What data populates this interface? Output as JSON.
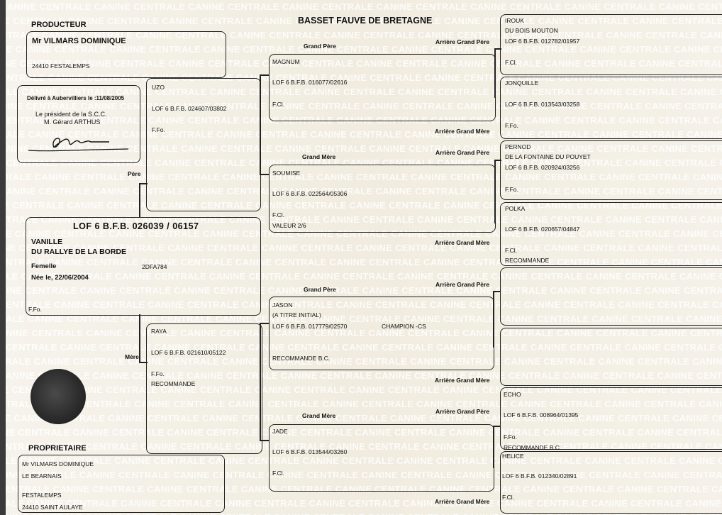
{
  "title": "BASSET FAUVE DE BRETAGNE",
  "watermark": "CANINE CENTRALE",
  "producer": {
    "heading": "PRODUCTEUR",
    "name": "Mr VILMARS DOMINIQUE",
    "address": "24410 FESTALEMPS"
  },
  "certificate": {
    "delivered": "Délivré à Aubervilliers le :11/08/2005",
    "president_line1": "Le président de la S.C.C.",
    "president_line2": "M. Gérard ARTHUS",
    "signature": "Arthus"
  },
  "dog": {
    "lof": "LOF 6 B.F.B. 026039 / 06157",
    "name_line1": "VANILLE",
    "name_line2": "DU RALLYE DE LA BORDE",
    "sex": "Femelle",
    "id": "2DFA784",
    "birth": "Née le, 22/06/2004",
    "color": "F.Fo."
  },
  "owner": {
    "heading": "PROPRIETAIRE",
    "line1": "Mr VILMARS DOMINIQUE",
    "line2": "LE BEARNAIS",
    "line3": "FESTALEMPS",
    "line4": "24410 SAINT AULAYE"
  },
  "labels": {
    "pere": "Père",
    "mere": "Mère",
    "grand_pere": "Grand Père",
    "grand_mere": "Grand Mère",
    "arriere_grand_pere": "Arrière Grand Père",
    "arriere_grand_mere": "Arrière Grand Mère"
  },
  "sire": {
    "name": "UZO",
    "lof": "LOF 6 B.F.B.  024607/03802",
    "color": "F.Fo."
  },
  "dam": {
    "name": "RAYA",
    "lof": "LOF 6 B.F.B.  021610/05122",
    "color": "F.Fo.",
    "note": "RECOMMANDE"
  },
  "gp1": {
    "name": "MAGNUM",
    "lof": "LOF 6 B.F.B.  016077/02616",
    "color": "F.Cl."
  },
  "gm1": {
    "name": "SOUMISE",
    "lof": "LOF 6 B.F.B.  022564/05306",
    "color": "F.Cl.",
    "note": "VALEUR 2/6"
  },
  "gp2": {
    "name": "JASON",
    "name2": "(A TITRE INITIAL)",
    "lof": "LOF 6 B.F.B.  017779/02570",
    "title": "CHAMPION -CS",
    "note": "RECOMMANDE    B.C."
  },
  "gm2": {
    "name": "JADE",
    "lof": "LOF 6 B.F.B.  013544/03260",
    "color": "F.Cl."
  },
  "ggp1": {
    "name": "IROUK",
    "name2": "DU BOIS MOUTON",
    "lof": "LOF 6 B.F.B.  012782/01957",
    "color": "F.Cl."
  },
  "ggm1": {
    "name": "JONQUILLE",
    "lof": "LOF 6 B.F.B.  013543/03258",
    "color": "F.Fo."
  },
  "ggp2": {
    "name": "PERNOD",
    "name2": "DE LA FONTAINE DU POUYET",
    "lof": "LOF 6 B.F.B.  020924/03256",
    "color": "F.Fo."
  },
  "ggm2": {
    "name": "POLKA",
    "lof": "LOF 6 B.F.B.  020657/04847",
    "color": "F.Cl.",
    "note": "RECOMMANDE"
  },
  "ggp4": {
    "name": "ECHO",
    "lof": "LOF 6 B.F.B.  008964/01395",
    "color": "F.Fo.",
    "note": "RECOMMANDE    B.C."
  },
  "ggm4": {
    "name": "HELICE",
    "lof": "LOF 6 B.F.B.  012340/02891",
    "color": "F.Cl."
  }
}
